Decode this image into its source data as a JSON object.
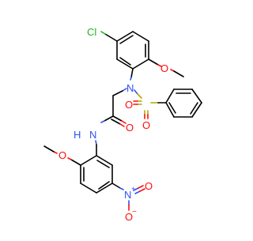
{
  "molecule": {
    "atom_labels": {
      "chlorine": "Cl",
      "methoxy_o_top": "O",
      "sulfonamide_n": "N",
      "sulfonyl_s": "S",
      "sulfonyl_o_left": "O",
      "sulfonyl_o_right": "O",
      "amide_n": "N",
      "amide_h": "H",
      "amide_o": "O",
      "methoxy_o_bottom": "O",
      "nitro_n": "N",
      "nitro_charge_pos": "+",
      "nitro_o_left": "O",
      "nitro_charge_neg": "−",
      "nitro_o_right": "O"
    },
    "colors": {
      "carbon_bond": "#000000",
      "nitrogen": "#3050F8",
      "oxygen": "#FF0D0D",
      "sulfur": "#B2A800",
      "chlorine": "#1FB51F"
    }
  }
}
